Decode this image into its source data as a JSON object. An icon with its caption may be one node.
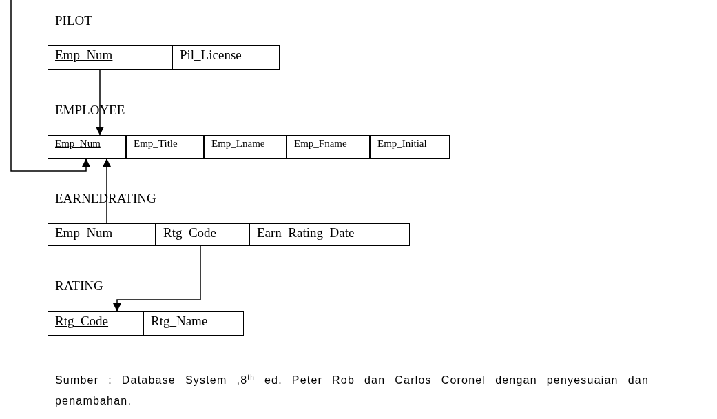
{
  "diagram": {
    "caption": "Sumber : Database System ,8$^{th}$ ed. Peter Rob dan Carlos Coronel dengan penyesuaian dan penambahan.",
    "nodes": [
      {
        "text": [
          "Emp_Num"
        ]
      },
      {
        "text": [
          "Pil_License"
        ]
      },
      {
        "text": [
          "Emp_Num"
        ]
      },
      {
        "text": [
          "Emp_Title"
        ]
      },
      {
        "text": [
          "Emp_Lname"
        ]
      },
      {
        "text": [
          "Emp_Fname"
        ]
      },
      {
        "text": [
          "Emp_Initial"
        ]
      },
      {
        "text": [
          "Emp_Num"
        ]
      },
      {
        "text": [
          "Rtg_Code"
        ]
      },
      {
        "text": [
          "Earn_Rating_Date"
        ]
      },
      {
        "text": [
          "Rtg_Code"
        ]
      },
      {
        "text": [
          "Rtg_Name"
        ]
      }
    ],
    "edges": [
      {
        "from": 0,
        "to": 2,
        "arrow": "to"
      },
      {
        "from": null,
        "to": 2,
        "arrow": "to"
      },
      {
        "from": 7,
        "to": 2,
        "arrow": "to"
      },
      {
        "from": 8,
        "to": 10,
        "arrow": "to"
      }
    ],
    "labels": [
      "PILOT",
      "EMPLOYEE",
      "EARNEDRATING",
      "RATING"
    ]
  }
}
